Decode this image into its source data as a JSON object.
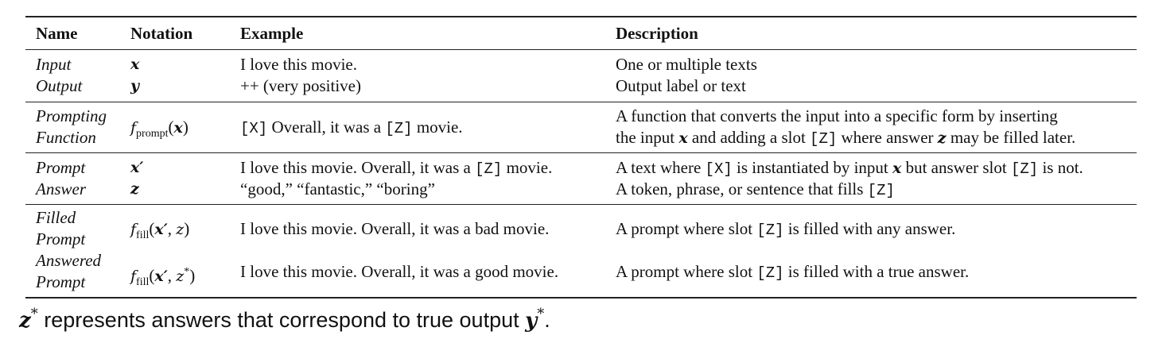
{
  "table": {
    "headers": {
      "name": "Name",
      "notation": "Notation",
      "example": "Example",
      "description": "Description"
    },
    "rows": {
      "input": {
        "name": "Input",
        "notation": "x",
        "example": "I love this movie.",
        "description": "One or multiple texts"
      },
      "output": {
        "name": "Output",
        "notation": "y",
        "example": "++ (very positive)",
        "description": "Output label or text"
      },
      "prompting_function": {
        "name_line1": "Prompting",
        "name_line2": "Function",
        "notation_f": "f",
        "notation_sub": "prompt",
        "notation_open": "(",
        "notation_var": "x",
        "notation_close": ")",
        "example_slot": "[X]",
        "example_text": " Overall, it was a ",
        "example_slot2": "[Z]",
        "example_end": " movie.",
        "desc_line1": "A function that converts the input into a specific form by inserting",
        "desc_l2_a": "the input ",
        "desc_l2_x": "x",
        "desc_l2_b": " and adding a slot ",
        "desc_l2_slot": "[Z]",
        "desc_l2_c": " where answer ",
        "desc_l2_z": "z",
        "desc_l2_d": " may be filled later."
      },
      "prompt": {
        "name": "Prompt",
        "notation": "x′",
        "example_a": "I love this movie. Overall, it was a ",
        "example_slot": "[Z]",
        "example_b": " movie.",
        "desc_a": "A text where ",
        "desc_slot": "[X]",
        "desc_b": " is instantiated by input ",
        "desc_x": "x",
        "desc_c": " but answer slot ",
        "desc_slot2": "[Z]",
        "desc_d": " is not."
      },
      "answer": {
        "name": "Answer",
        "notation": "z",
        "example": "“good,” “fantastic,” “boring”",
        "desc_a": "A token, phrase, or sentence that fills ",
        "desc_slot": "[Z]"
      },
      "filled_prompt": {
        "name_line1": "Filled",
        "name_line2": "Prompt",
        "notation_f": "f",
        "notation_sub": "fill",
        "notation_open": "(",
        "notation_x": "x′",
        "notation_comma": ", ",
        "notation_z": "z",
        "notation_close": ")",
        "example": "I love this movie. Overall, it was a bad movie.",
        "desc_a": "A prompt where slot ",
        "desc_slot": "[Z]",
        "desc_b": " is filled with any answer."
      },
      "answered_prompt": {
        "name_line1": "Answered",
        "name_line2": "Prompt",
        "notation_f": "f",
        "notation_sub": "fill",
        "notation_open": "(",
        "notation_x": "x′",
        "notation_comma": ", ",
        "notation_z": "z",
        "notation_star": "*",
        "notation_close": ")",
        "example": "I love this movie. Overall, it was a good movie.",
        "desc_a": "A prompt where slot ",
        "desc_slot": "[Z]",
        "desc_b": " is filled with a true answer."
      }
    }
  },
  "footnote": {
    "z": "z",
    "star": "*",
    "text": " represents answers that correspond to true output ",
    "y": "y",
    "star2": "*",
    "end": "."
  }
}
